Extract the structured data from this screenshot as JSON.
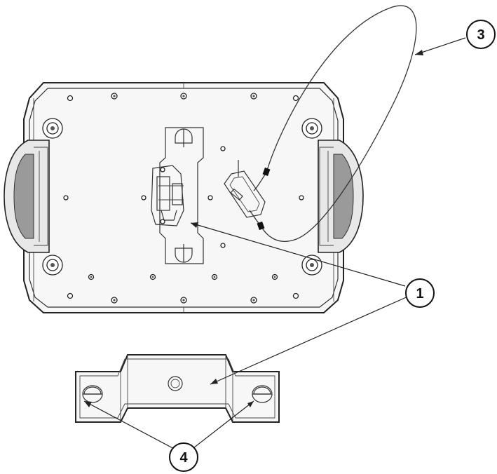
{
  "callouts": [
    {
      "id": "1",
      "label": "1"
    },
    {
      "id": "3",
      "label": "3"
    },
    {
      "id": "4",
      "label": "4"
    }
  ]
}
